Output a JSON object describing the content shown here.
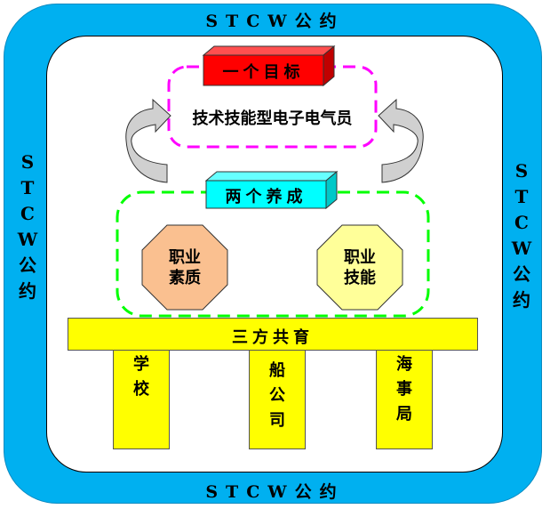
{
  "border_label": {
    "top": "STCW公约",
    "bottom": "STCW公约",
    "left": [
      "S",
      "T",
      "C",
      "W",
      "公",
      "约"
    ],
    "right": [
      "S",
      "T",
      "C",
      "W",
      "公",
      "约"
    ]
  },
  "goal": {
    "title": "一个目标",
    "text": "技术技能型电子电气员"
  },
  "cultivation": {
    "title": "两个养成",
    "items": [
      {
        "lines": [
          "职业",
          "素质"
        ]
      },
      {
        "lines": [
          "职业",
          "技能"
        ]
      }
    ]
  },
  "base": {
    "title": "三方共育",
    "pillars": [
      {
        "chars": [
          "学",
          "校"
        ]
      },
      {
        "chars": [
          "船",
          "公",
          "司"
        ]
      },
      {
        "chars": [
          "海",
          "事",
          "局"
        ]
      }
    ]
  },
  "colors": {
    "outer": "#00b0f0",
    "red": "#ff0000",
    "cyan": "#00ffff",
    "magenta": "#ff00ff",
    "green": "#00ff00",
    "peach": "#fac090",
    "yellow": "#ffff00"
  }
}
